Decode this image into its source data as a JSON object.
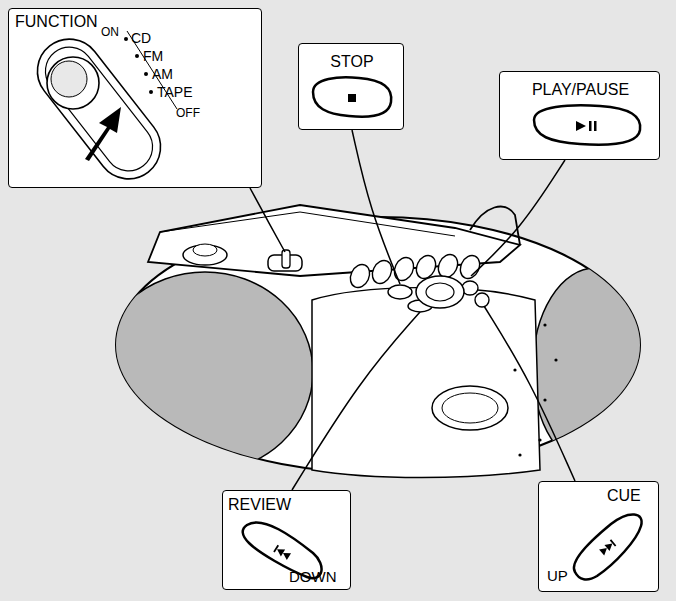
{
  "diagram": {
    "nodes": [
      {
        "text": [
          "FUNCTION",
          "ON",
          "CD",
          "FM",
          "AM",
          "TAPE",
          "OFF"
        ]
      },
      {
        "text": [
          "STOP"
        ]
      },
      {
        "text": [
          "PLAY/PAUSE"
        ]
      },
      {
        "text": [
          "REVIEW",
          "DOWN"
        ]
      },
      {
        "text": [
          "CUE",
          "UP"
        ]
      }
    ]
  }
}
